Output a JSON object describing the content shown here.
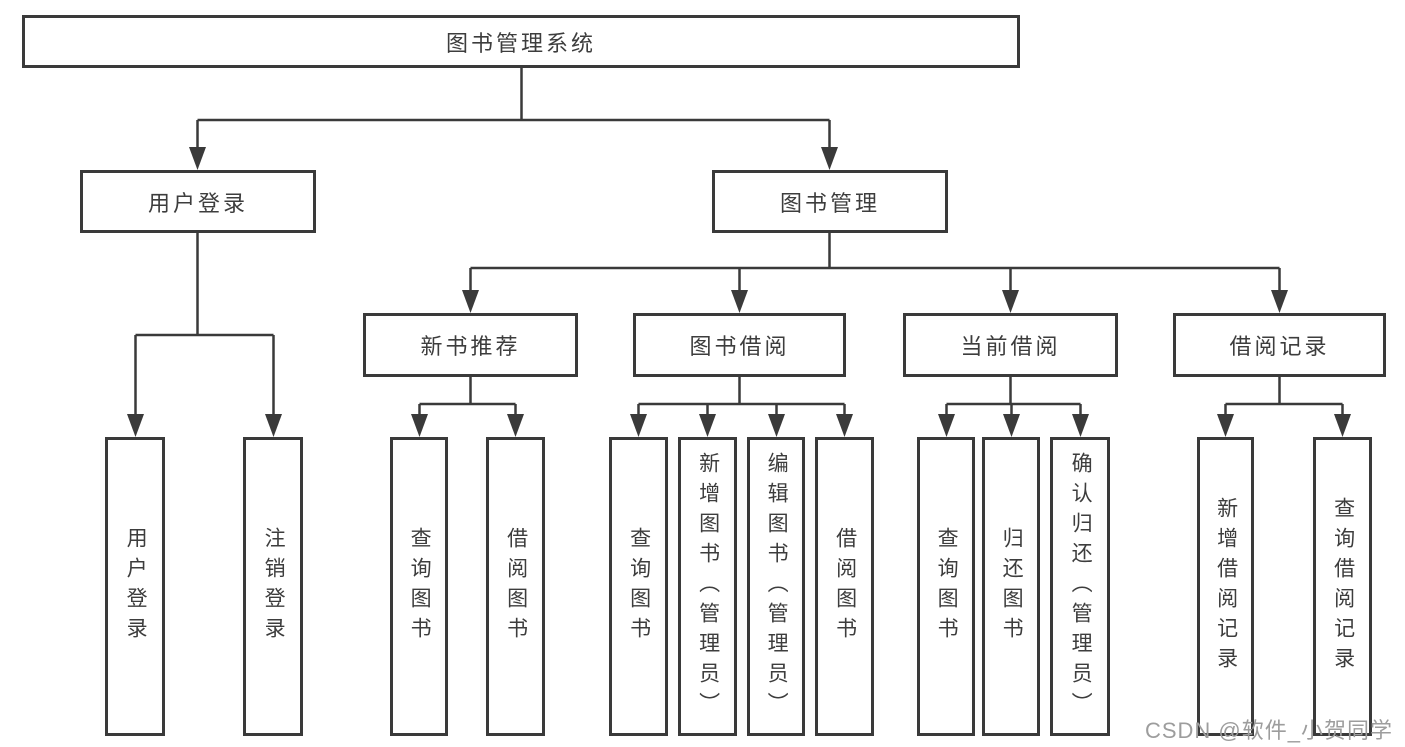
{
  "nodes": {
    "root": "图书管理系统",
    "user_login": "用户登录",
    "book_mgmt": "图书管理",
    "new_book_rec": "新书推荐",
    "book_borrow": "图书借阅",
    "current_borrow": "当前借阅",
    "borrow_records": "借阅记录",
    "ul_user_login": "用户登录",
    "ul_logout": "注销登录",
    "nbr_query_books": "查询图书",
    "nbr_borrow_books": "借阅图书",
    "bb_query_books": "查询图书",
    "bb_add_books": "新增图书（管理员）",
    "bb_edit_books": "编辑图书（管理员）",
    "bb_borrow_books": "借阅图书",
    "cb_query_books": "查询图书",
    "cb_return_books": "归还图书",
    "cb_confirm_return": "确认归还（管理员）",
    "br_add_record": "新增借阅记录",
    "br_query_record": "查询借阅记录"
  },
  "hierarchy": {
    "root": [
      "user_login",
      "book_mgmt"
    ],
    "user_login": [
      "ul_user_login",
      "ul_logout"
    ],
    "book_mgmt": [
      "new_book_rec",
      "book_borrow",
      "current_borrow",
      "borrow_records"
    ],
    "new_book_rec": [
      "nbr_query_books",
      "nbr_borrow_books"
    ],
    "book_borrow": [
      "bb_query_books",
      "bb_add_books",
      "bb_edit_books",
      "bb_borrow_books"
    ],
    "current_borrow": [
      "cb_query_books",
      "cb_return_books",
      "cb_confirm_return"
    ],
    "borrow_records": [
      "br_add_record",
      "br_query_record"
    ]
  },
  "colors": {
    "line": "#3a3a3a",
    "text": "#3d3d3d",
    "background": "#ffffff",
    "watermark": "#9d9d9d"
  },
  "watermark": "CSDN @软件_小贺同学"
}
